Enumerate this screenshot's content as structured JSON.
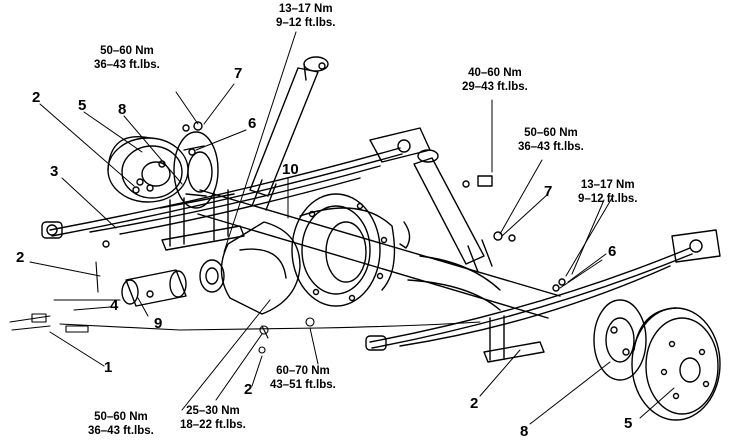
{
  "torque_specs": [
    {
      "id": "t1",
      "line1": "13–17 Nm",
      "line2": "9–12 ft.lbs."
    },
    {
      "id": "t2",
      "line1": "50–60 Nm",
      "line2": "36–43 ft.lbs."
    },
    {
      "id": "t3",
      "line1": "40–60 Nm",
      "line2": "29–43 ft.lbs."
    },
    {
      "id": "t4",
      "line1": "50–60 Nm",
      "line2": "36–43 ft.lbs."
    },
    {
      "id": "t5",
      "line1": "13–17 Nm",
      "line2": "9–12 ft.lbs."
    },
    {
      "id": "t6",
      "line1": "60–70 Nm",
      "line2": "43–51 ft.lbs."
    },
    {
      "id": "t7",
      "line1": "50–60 Nm",
      "line2": "36–43 ft.lbs."
    },
    {
      "id": "t8",
      "line1": "25–30 Nm",
      "line2": "18–22 ft.lbs."
    }
  ],
  "callouts": [
    "2",
    "5",
    "8",
    "7",
    "6",
    "3",
    "10",
    "2",
    "4",
    "9",
    "1",
    "2",
    "7",
    "6",
    "2",
    "8",
    "5"
  ]
}
